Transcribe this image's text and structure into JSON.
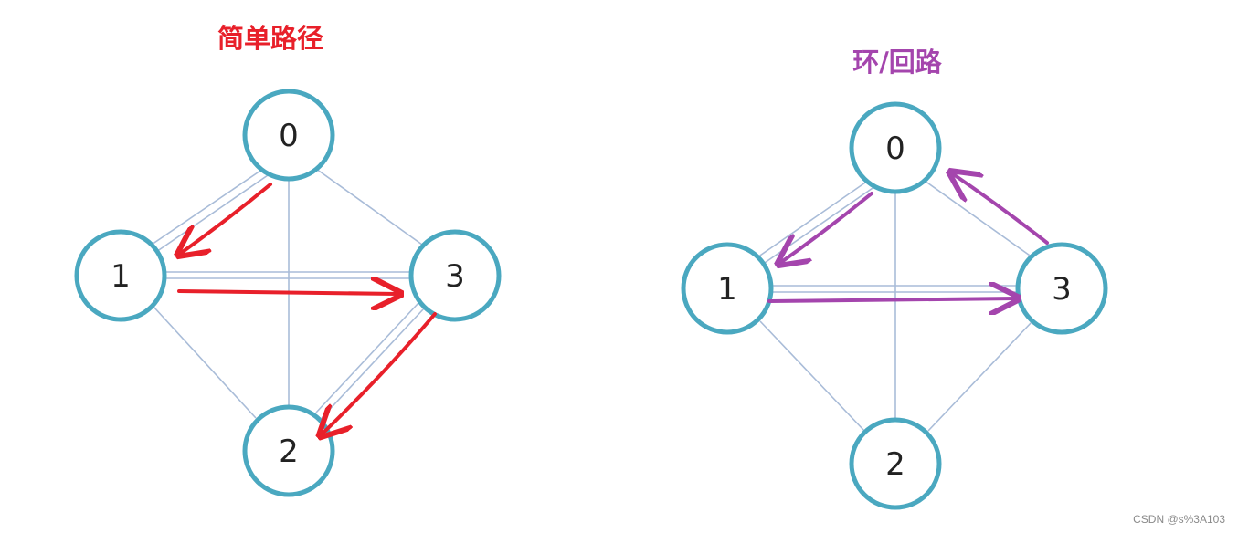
{
  "diagrams": [
    {
      "id": "simple-path",
      "title": "简单路径",
      "title_color": "#e8202a",
      "arrow_color": "#e8202a",
      "nodes": [
        "0",
        "1",
        "3",
        "2"
      ],
      "path": [
        "0",
        "1",
        "3",
        "2"
      ]
    },
    {
      "id": "cycle",
      "title": "环/回路",
      "title_color": "#a445ad",
      "arrow_color": "#a445ad",
      "nodes": [
        "0",
        "1",
        "3",
        "2"
      ],
      "path": [
        "0",
        "1",
        "3",
        "0"
      ]
    }
  ],
  "watermark": "CSDN @s%3A103"
}
